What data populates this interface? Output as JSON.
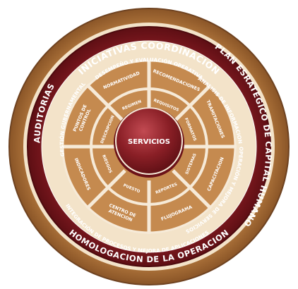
{
  "colors": {
    "outer_ring": "#b97a3f",
    "outer_ring_dark": "#8a5527",
    "ring_gap": "#f2e2c8",
    "process_ring": "#8e1b22",
    "process_ring_dark": "#5e0f14",
    "segment": "#c58a4f",
    "segment_dark": "#a26a35",
    "divider": "#f6ead8",
    "center": "#7a1a20",
    "center_highlight": "#c24a52",
    "text": "#ffffff"
  },
  "outer_ring": {
    "top": "INICIATIVAS COORDINACIÓN",
    "right": "PLAN ESRATEGICO DE CAPITAL HUMANO",
    "bottom": "HOMOLOGACION DE LA OPERACION",
    "left": "AUDITORIAS"
  },
  "process_ring": {
    "top": "DESEMPEÑO Y EVALUACIÓN OPERATIVA",
    "right_upper": "ANALISIS DE INFORMACION",
    "right_lower": "OPERACIÓN Y MEJORA DE SERVICIOS",
    "bottom": "INTEGRACIÓN DE PROCESOS Y MEJORA DE APLICACIONES",
    "left": "GESTIÓN GUBERNAMENTAL"
  },
  "outer_segments": [
    "RECOMENDACIONES",
    "TRAMITACIONES",
    "CAPACITACION",
    "FLUJOGRAMA",
    "CENTRO DE ATENCION",
    "INDICADORES",
    "PUNTOS DE CONTROL",
    "NORMATIVIDAD"
  ],
  "inner_segments": [
    "REQUISITOS",
    "FORMATOS",
    "SISTEMAS",
    "REPORTES",
    "PUESTO",
    "RIESGOS",
    "DESCRIPCION",
    "REGIMEN"
  ],
  "center": {
    "label": "SERVICIOS"
  }
}
